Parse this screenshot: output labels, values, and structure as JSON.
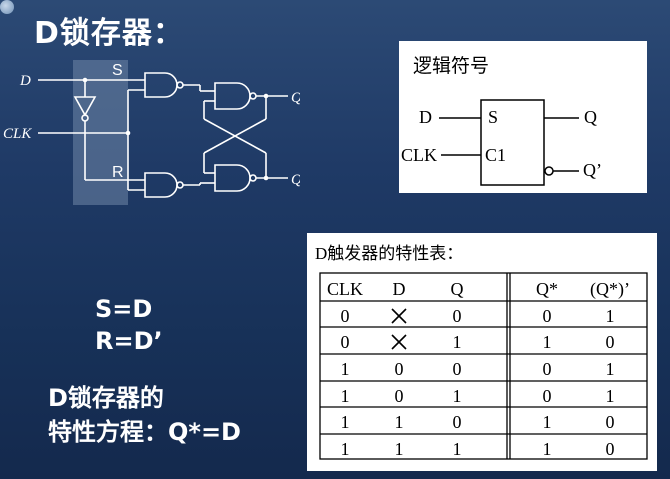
{
  "slide": {
    "title": "D锁存器：",
    "equations": {
      "s": "S=D",
      "r": "R=D’",
      "char_line1": "D锁存器的",
      "char_line2": "特性方程：Q*=D"
    }
  },
  "circuit": {
    "input_d": "D",
    "input_clk": "CLK",
    "label_s": "S",
    "label_r": "R",
    "output_q": "Q",
    "output_qn": "Q'"
  },
  "logic_symbol": {
    "title": "逻辑符号",
    "in_d": "D",
    "in_clk": "CLK",
    "pin_s": "S",
    "pin_c1": "C1",
    "out_q": "Q",
    "out_qn": "Q’"
  },
  "table": {
    "title": "D触发器的特性表：",
    "headers": [
      "CLK",
      "D",
      "Q",
      "Q*",
      "(Q*)’"
    ],
    "rows": [
      [
        "0",
        "X",
        "0",
        "0",
        "1"
      ],
      [
        "0",
        "X",
        "1",
        "1",
        "0"
      ],
      [
        "1",
        "0",
        "0",
        "0",
        "1"
      ],
      [
        "1",
        "0",
        "1",
        "0",
        "1"
      ],
      [
        "1",
        "1",
        "0",
        "1",
        "0"
      ],
      [
        "1",
        "1",
        "1",
        "1",
        "0"
      ]
    ]
  }
}
